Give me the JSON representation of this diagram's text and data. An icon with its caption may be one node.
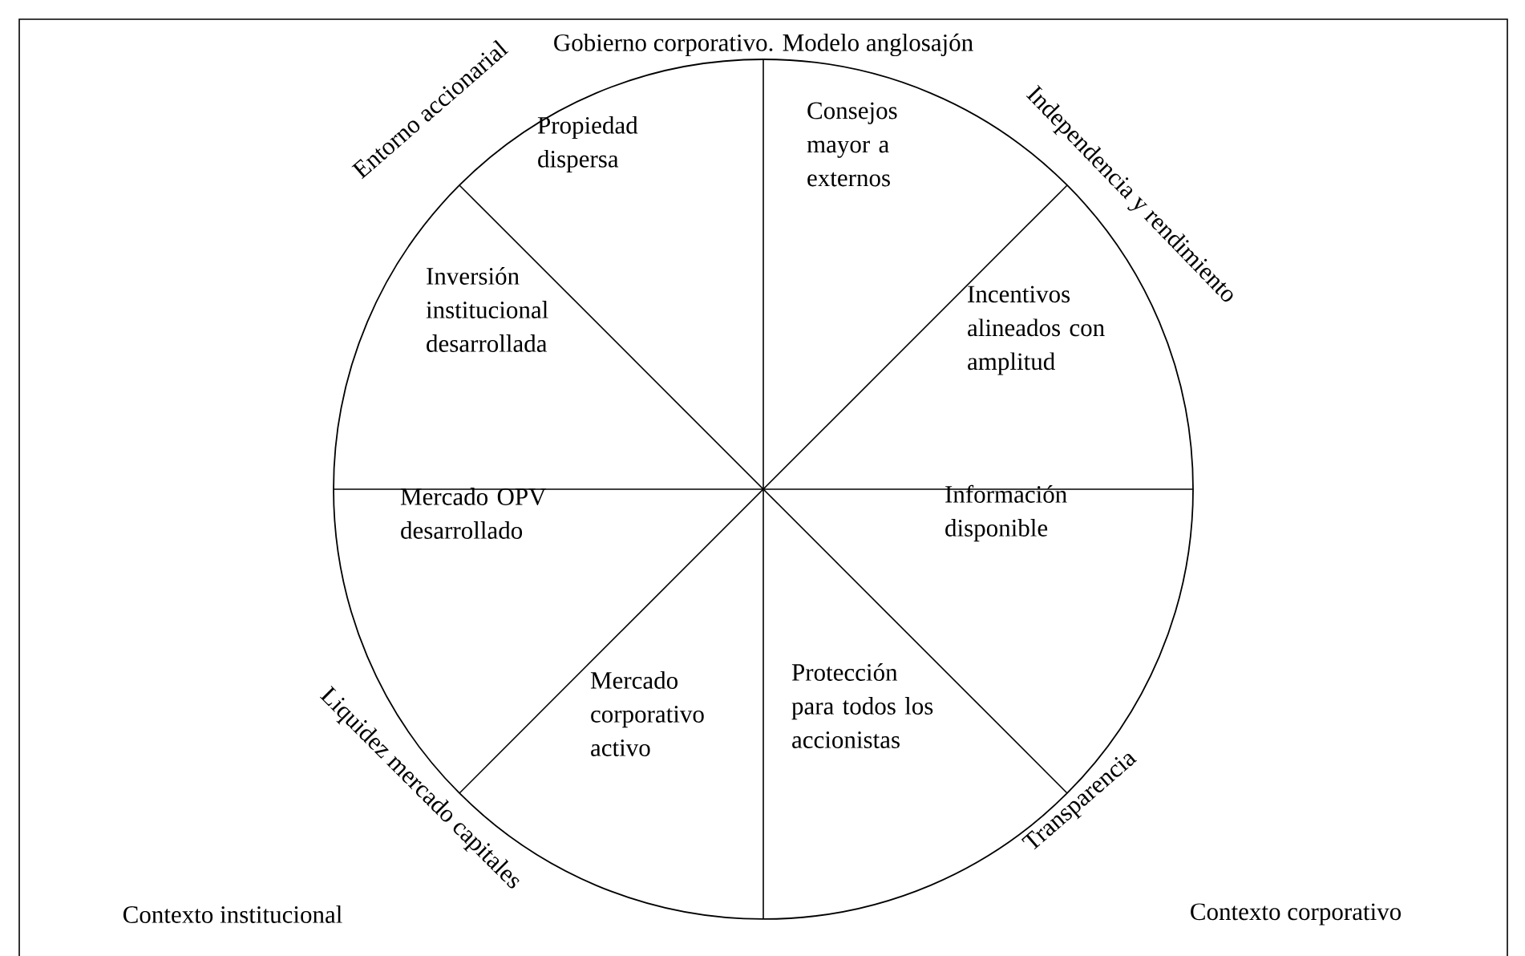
{
  "diagram": {
    "title": "Gobierno corporativo. Modelo anglosajón",
    "nodes": [
      {
        "text": [
          "Propiedad dispersa"
        ]
      },
      {
        "text": [
          "Consejos mayor a externos"
        ]
      },
      {
        "text": [
          "Inversión institucional desarrollada"
        ]
      },
      {
        "text": [
          "Incentivos alineados con amplitud"
        ]
      },
      {
        "text": [
          "Mercado OPV desarrollado"
        ]
      },
      {
        "text": [
          "Información disponible"
        ]
      },
      {
        "text": [
          "Mercado corporativo activo"
        ]
      },
      {
        "text": [
          "Protección para todos los accionistas"
        ]
      }
    ],
    "labels": [
      "Entorno accionarial",
      "Independencia y rendimiento",
      "Liquidez mercado capitales",
      "Transparencia",
      "Contexto institucional",
      "Contexto corporativo"
    ]
  }
}
